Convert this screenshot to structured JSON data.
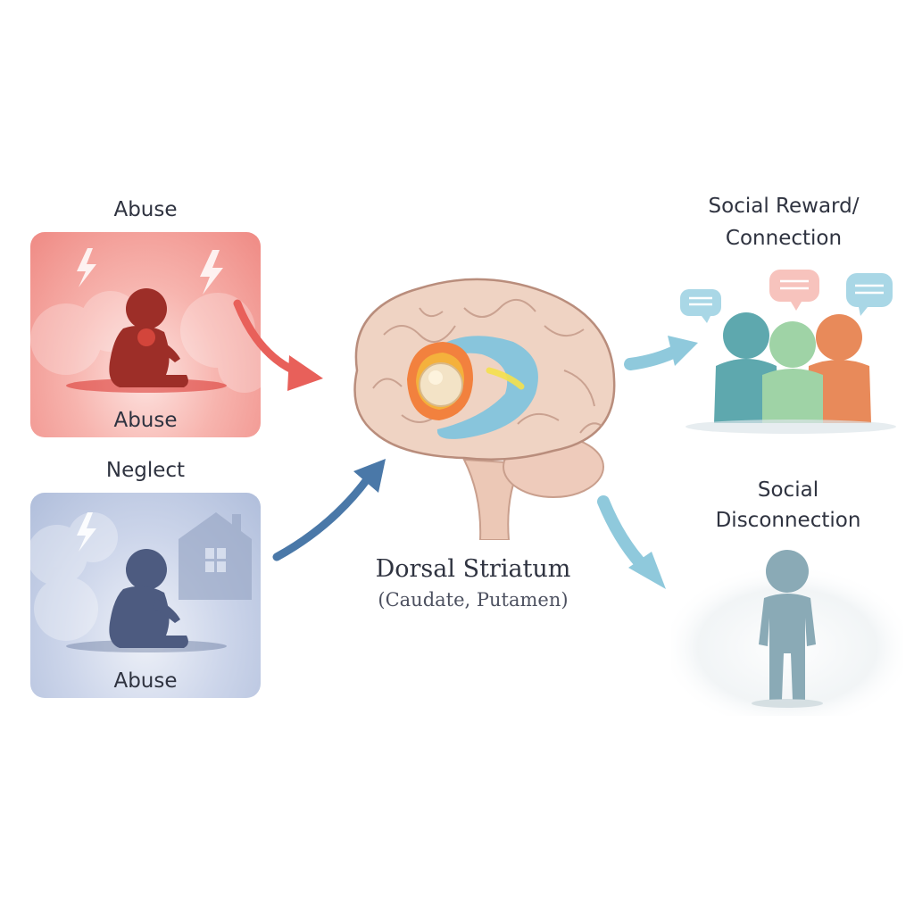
{
  "labels": {
    "abuse_heading": "Abuse",
    "abuse_caption": "Abuse",
    "neglect_heading": "Neglect",
    "neglect_caption": "Abuse",
    "region_title": "Dorsal Striatum",
    "region_subtitle": "(Caudate, Putamen)",
    "reward_line1": "Social Reward/",
    "reward_line2": "Connection",
    "disconnect_line1": "Social",
    "disconnect_line2": "Disconnection"
  },
  "colors": {
    "abuse_accent": "#e8605a",
    "neglect_accent": "#4a78a8",
    "outcome_arrow": "#8fc9dc",
    "brain": "#efd3c3"
  },
  "icons": [
    "lightning-icon",
    "house-icon",
    "speech-bubble-icon",
    "person-icon"
  ]
}
